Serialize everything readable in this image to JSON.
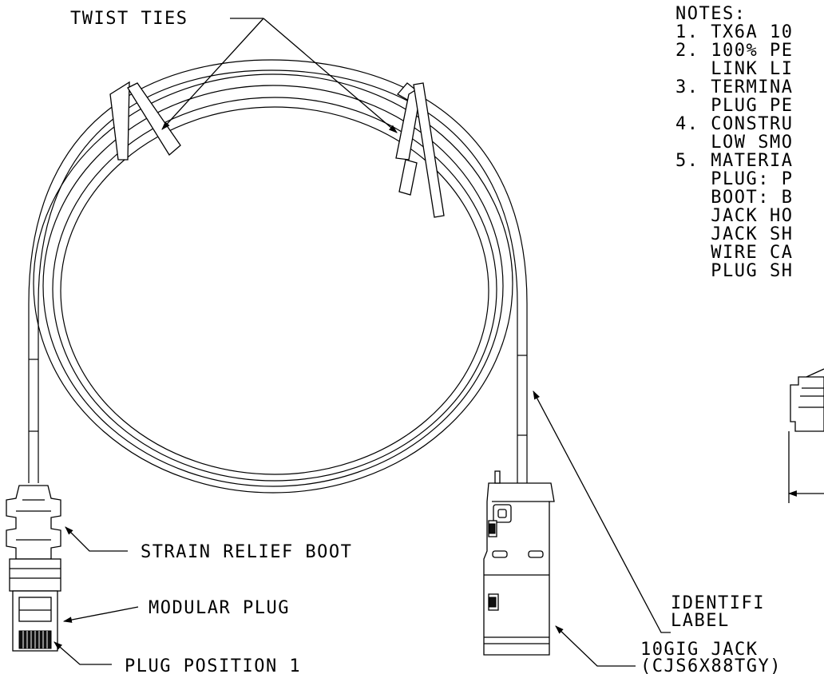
{
  "callouts": {
    "twist_ties": "TWIST TIES",
    "strain_relief_boot": "STRAIN RELIEF BOOT",
    "modular_plug": "MODULAR PLUG",
    "plug_position": "PLUG POSITION 1",
    "identification_label": [
      "IDENTIFI",
      "LABEL"
    ],
    "jack": [
      "10GIG JACK",
      "(CJS6X88TGY)"
    ]
  },
  "notes": {
    "title": "NOTES:",
    "lines": [
      "1. TX6A 10",
      "2. 100% PE",
      "   LINK LI",
      "3. TERMINA",
      "   PLUG PE",
      "4. CONSTRU",
      "   LOW SMO",
      "5. MATERIA",
      "   PLUG: P",
      "   BOOT: B",
      "   JACK HO",
      "   JACK SH",
      "   WIRE CA",
      "   PLUG SH"
    ]
  }
}
